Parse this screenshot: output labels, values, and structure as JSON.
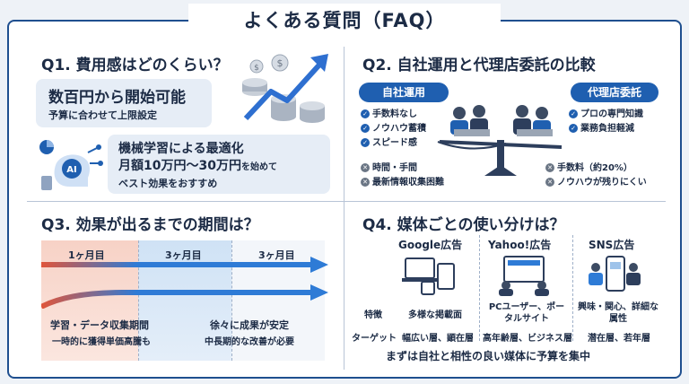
{
  "title": "よくある質問（FAQ）",
  "q1": {
    "heading": "Q1. 費用感はどのくらい？",
    "card1_main": "数百円から開始可能",
    "card1_sub": "予算に合わせて上限設定",
    "ai_badge": "AI",
    "card2_line1": "機械学習による最適化",
    "card2_line2_big": "月額10万円〜30万円",
    "card2_line2_small": "を始めて",
    "card2_line3": "ベスト効果をおすすめ"
  },
  "q2": {
    "heading": "Q2. 自社運用と代理店委託の比較",
    "left_label": "自社運用",
    "right_label": "代理店委託",
    "left_pros": [
      "手数料なし",
      "ノウハウ蓄積",
      "スピード感"
    ],
    "right_pros": [
      "プロの専門知識",
      "業務負担軽減"
    ],
    "left_cons": [
      "時間・手間",
      "最新情報収集困難"
    ],
    "right_cons": [
      "手数料（約20%）",
      "ノウハウが残りにくい"
    ]
  },
  "q3": {
    "heading": "Q3. 効果が出るまでの期間は？",
    "months": [
      "1ヶ月目",
      "3ヶ月目",
      "3ヶ月目"
    ],
    "phase1_line1": "学習・データ収集期間",
    "phase1_line2": "一時的に獲得単価高騰も",
    "phase2_line1": "徐々に成果が安定",
    "phase2_line2": "中長期的な改善が必要"
  },
  "q4": {
    "heading": "Q4. 媒体ごとの使い分けは？",
    "columns": [
      {
        "name": "Google広告",
        "feature": "多様な掲載面",
        "target": "幅広い層、顕在層"
      },
      {
        "name": "Yahoo!広告",
        "feature": "PCユーザー、ポータルサイト",
        "target": "高年齢層、ビジネス層"
      },
      {
        "name": "SNS広告",
        "feature": "興味・関心、詳細な属性",
        "target": "潜在層、若年層"
      }
    ],
    "row_label_feature": "特徴",
    "row_label_target": "ターゲット",
    "footer": "まずは自社と相性の良い媒体に予算を集中"
  },
  "colors": {
    "navy": "#1f4f8f",
    "accent_blue": "#1f5fb0",
    "arrow_blue": "#2e7bd6",
    "arrow_red": "#e0553a",
    "phase_red": "#f6c9bd",
    "phase_blue": "#cfe2f5"
  }
}
